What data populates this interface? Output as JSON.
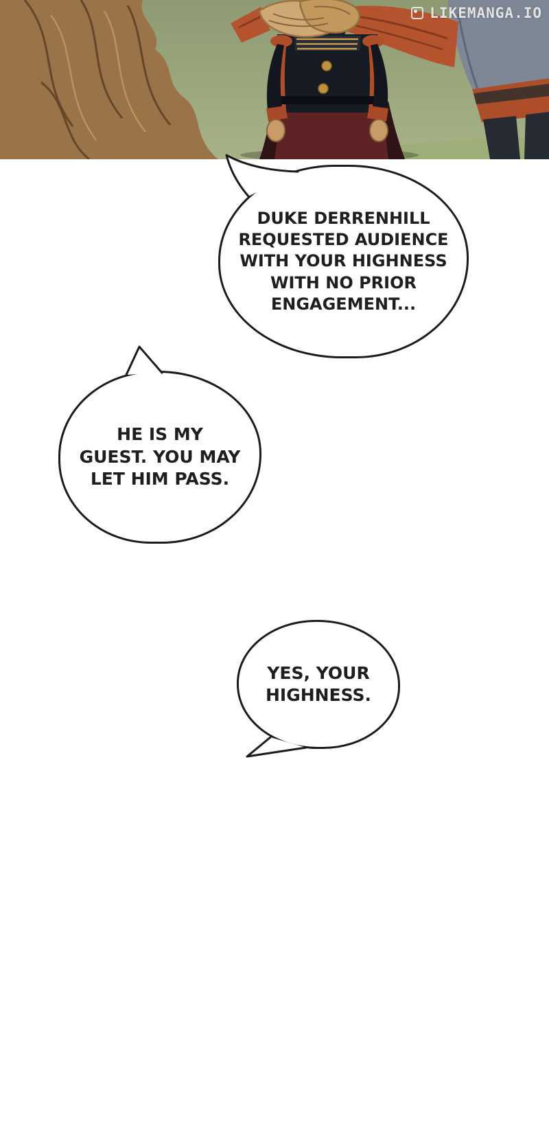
{
  "watermark": {
    "text": "LIKEMANGA.IO"
  },
  "bubbles": [
    {
      "speaker": "off-panel",
      "text": "DUKE DERRENHILL\nREQUESTED AUDIENCE\nWITH YOUR HIGHNESS\nWITH NO PRIOR\nENGAGEMENT..."
    },
    {
      "speaker": "highness",
      "text": "HE IS MY\nGUEST. YOU MAY\nLET HIM PASS."
    },
    {
      "speaker": "attendant",
      "text": "YES, YOUR\nHIGHNESS."
    }
  ],
  "colors": {
    "bubble_border": "#1b1b1b",
    "scene_background_top": "#8e9a72",
    "scene_background_bottom": "#a7b287",
    "uniform_dark": "#161a23",
    "uniform_trim_red": "#ae4f2a",
    "gold_accent": "#c9a04c",
    "hair_brown": "#9b7349",
    "sleeve_red": "#b5532f",
    "right_figure_gray": "#7e8795"
  }
}
